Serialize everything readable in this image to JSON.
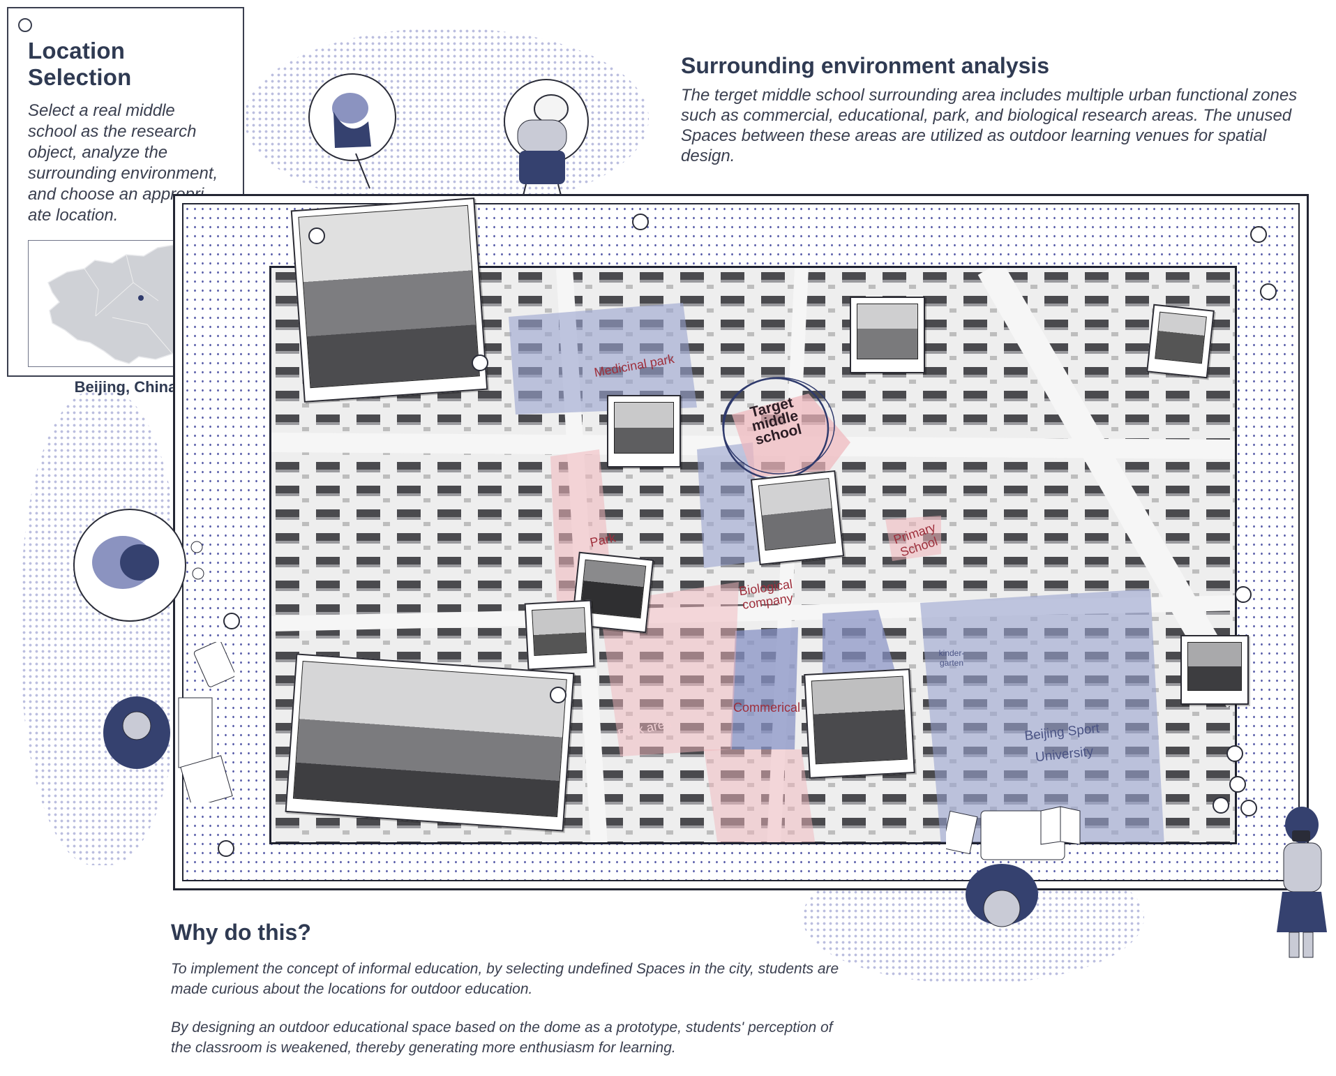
{
  "location": {
    "title": "Location Selection",
    "description": "Select a real middle school as the research object, analyze the surrounding environment, and choose an appropri-ate location.",
    "place": "Beijing, China"
  },
  "surrounding": {
    "title": "Surrounding environment analysis",
    "body": "The terget middle school surrounding area includes multiple urban functional zones such as commercial, educational, park, and biological research areas. The unused Spaces between these areas are utilized as outdoor learning venues for spatial design."
  },
  "why": {
    "title": "Why do this?",
    "p1": "To implement the concept of informal education, by selecting undefined Spaces in the city, students are made curious about the locations for outdoor education.",
    "p2": "By designing an outdoor educational space based on the dome as a prototype, students' perception of the classroom is weakened, thereby generating more enthusiasm for learning."
  },
  "map": {
    "labels": {
      "medicinal_park": "Medicinal park",
      "target": "Target middle school",
      "park": "Park",
      "biological": "Biological company",
      "primary": "Primary School",
      "kindergarten": "kinder-garten",
      "commercial": "Commerical",
      "park_area": "Park area",
      "university": "Beijing Sport University"
    }
  },
  "colors": {
    "ink": "#2f3a52",
    "blue_zone": "#9aa3cf",
    "red_zone": "#f0b6bc",
    "dot": "#b4b8dc",
    "figure_navy": "#35416f"
  }
}
